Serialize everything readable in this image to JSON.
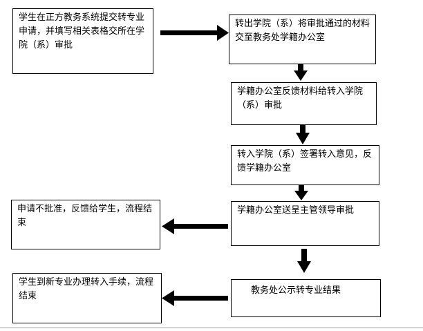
{
  "flowchart": {
    "steps": [
      "学生在正方教务系统提交转专业申请，并填写相关表格交所在学院（系）审批",
      "转出学院（系）将审批通过的材料交至教务处学籍办公室",
      "学籍办公室反馈材料给转入学院（系）审批",
      "转入学院（系）签署转入意见，反馈学籍办公室",
      "学籍办公室送呈主管领导审批",
      "申请不批准，反馈给学生，流程结束",
      "教务处公示转专业结果",
      "学生到新专业办理转入手续，流程结束"
    ]
  },
  "colors": {
    "border": "#000000",
    "arrow": "#000000",
    "background": "#ffffff"
  }
}
